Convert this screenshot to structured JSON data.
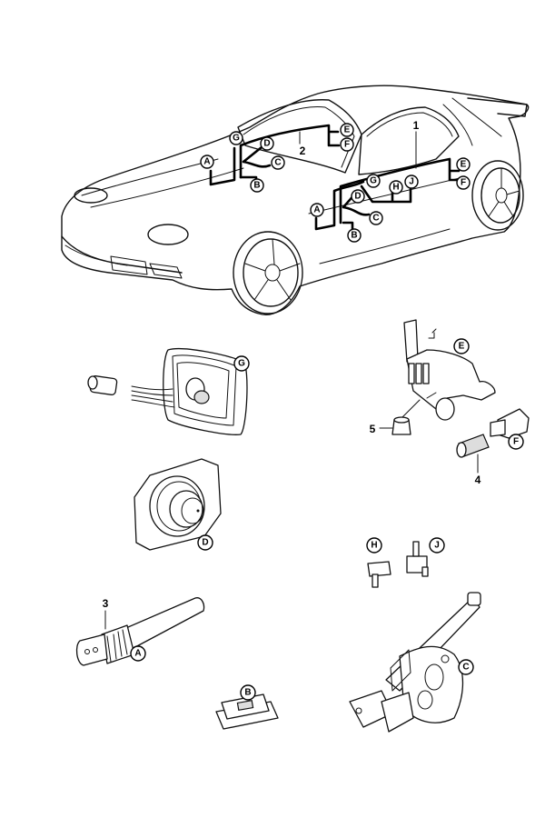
{
  "diagram": {
    "type": "parts-exploded-view",
    "subject": "Vehicle wiring harness with door and body components",
    "part_numbers": [
      {
        "id": "1",
        "label": "1",
        "description": "wiring harness (door/right side)"
      },
      {
        "id": "2",
        "label": "2",
        "description": "wiring harness (door/left side)"
      },
      {
        "id": "3",
        "label": "3",
        "description": "cable sleeve / grommet on connector A"
      },
      {
        "id": "4",
        "label": "4",
        "description": "plug connector for F"
      },
      {
        "id": "5",
        "label": "5",
        "description": "cap / boot on mirror motor E"
      }
    ],
    "connection_letters": [
      "A",
      "B",
      "C",
      "D",
      "E",
      "F",
      "G",
      "H",
      "J"
    ],
    "harness_2_callouts": [
      "A",
      "B",
      "C",
      "D",
      "E",
      "F",
      "G"
    ],
    "harness_1_callouts": [
      "A",
      "B",
      "C",
      "D",
      "E",
      "F",
      "G",
      "H",
      "J"
    ],
    "components": [
      {
        "letter": "G",
        "description": "door warning / courtesy light with wire leads and connector"
      },
      {
        "letter": "E",
        "description": "outside mirror motor assembly"
      },
      {
        "letter": "F",
        "description": "plug socket"
      },
      {
        "letter": "D",
        "description": "door loudspeaker on mounting plate"
      },
      {
        "letter": "A",
        "description": "door contact pin with boot"
      },
      {
        "letter": "B",
        "description": "door light / lamp housing"
      },
      {
        "letter": "H",
        "description": "switch"
      },
      {
        "letter": "J",
        "description": "switch"
      },
      {
        "letter": "C",
        "description": "window regulator with motor"
      }
    ]
  },
  "labels": {
    "n1": "1",
    "n2": "2",
    "n3": "3",
    "n4": "4",
    "n5": "5",
    "A": "A",
    "B": "B",
    "C": "C",
    "D": "D",
    "E": "E",
    "F": "F",
    "G": "G",
    "H": "H",
    "J": "J"
  }
}
